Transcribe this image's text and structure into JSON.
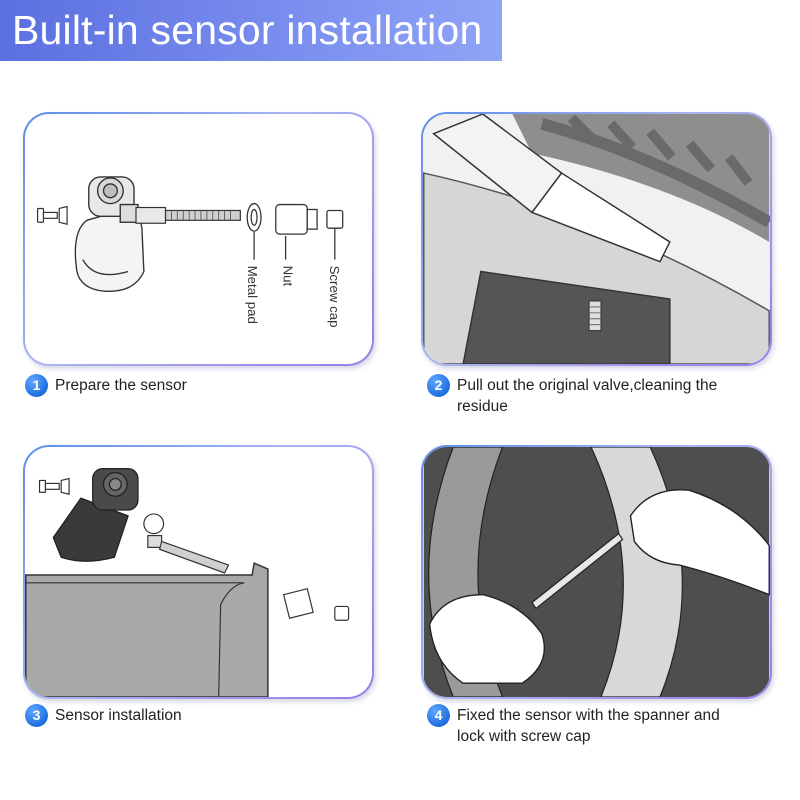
{
  "header": {
    "title": "Built-in sensor installation"
  },
  "panel1": {
    "labels": {
      "metal_pad": "Metal pad",
      "nut": "Nut",
      "screw_cap": "Screw cap"
    }
  },
  "steps": [
    {
      "number": "1",
      "text": "Prepare the sensor"
    },
    {
      "number": "2",
      "text": "Pull out the original valve,cleaning the residue"
    },
    {
      "number": "3",
      "text": "Sensor installation"
    },
    {
      "number": "4",
      "text": "Fixed the sensor with the spanner and lock with screw cap"
    }
  ],
  "colors": {
    "banner": "#6c80ea",
    "step_badge": "#1f6fe0",
    "panel_border": "#8a9ef0"
  }
}
